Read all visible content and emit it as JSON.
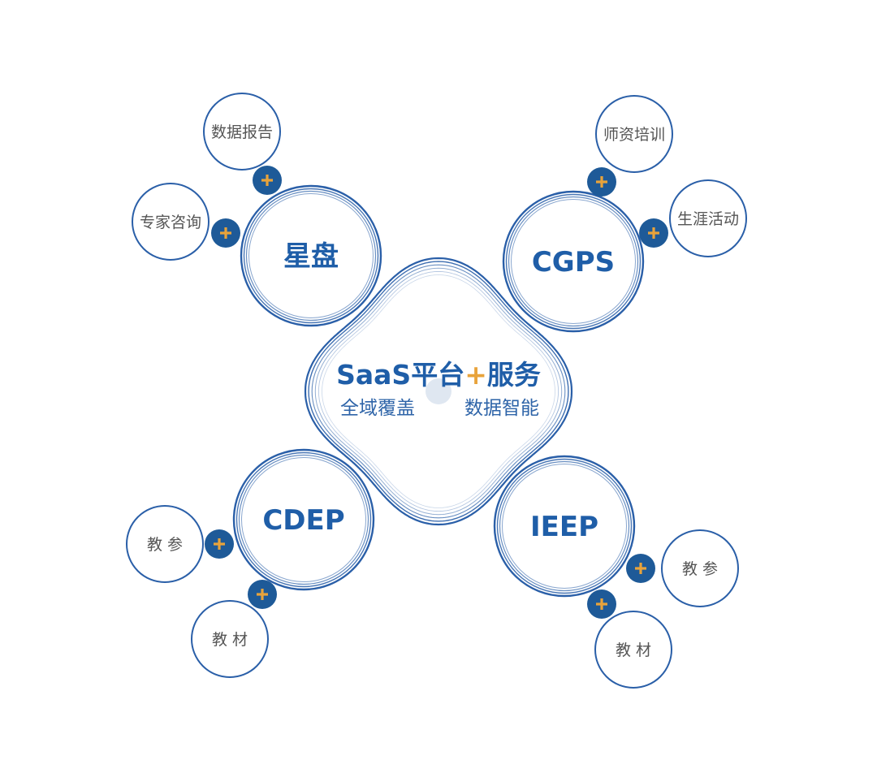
{
  "colors": {
    "primary": "#1f5ea8",
    "accent": "#e8a33b",
    "text_gray": "#555555",
    "plus_fill": "#1e5a98"
  },
  "center": {
    "title_a": "SaaS平台",
    "title_plus": "+",
    "title_b": "服务",
    "left": "全域覆盖",
    "right": "数据智能"
  },
  "hubs": [
    {
      "label": "星盘",
      "items": [
        "数据报告",
        "专家咨询"
      ]
    },
    {
      "label": "CGPS",
      "items": [
        "师资培训",
        "生涯活动"
      ]
    },
    {
      "label": "CDEP",
      "items": [
        "教 参",
        "教 材"
      ]
    },
    {
      "label": "IEEP",
      "items": [
        "教 参",
        "教 材"
      ]
    }
  ],
  "plus_icon": "plus-icon"
}
